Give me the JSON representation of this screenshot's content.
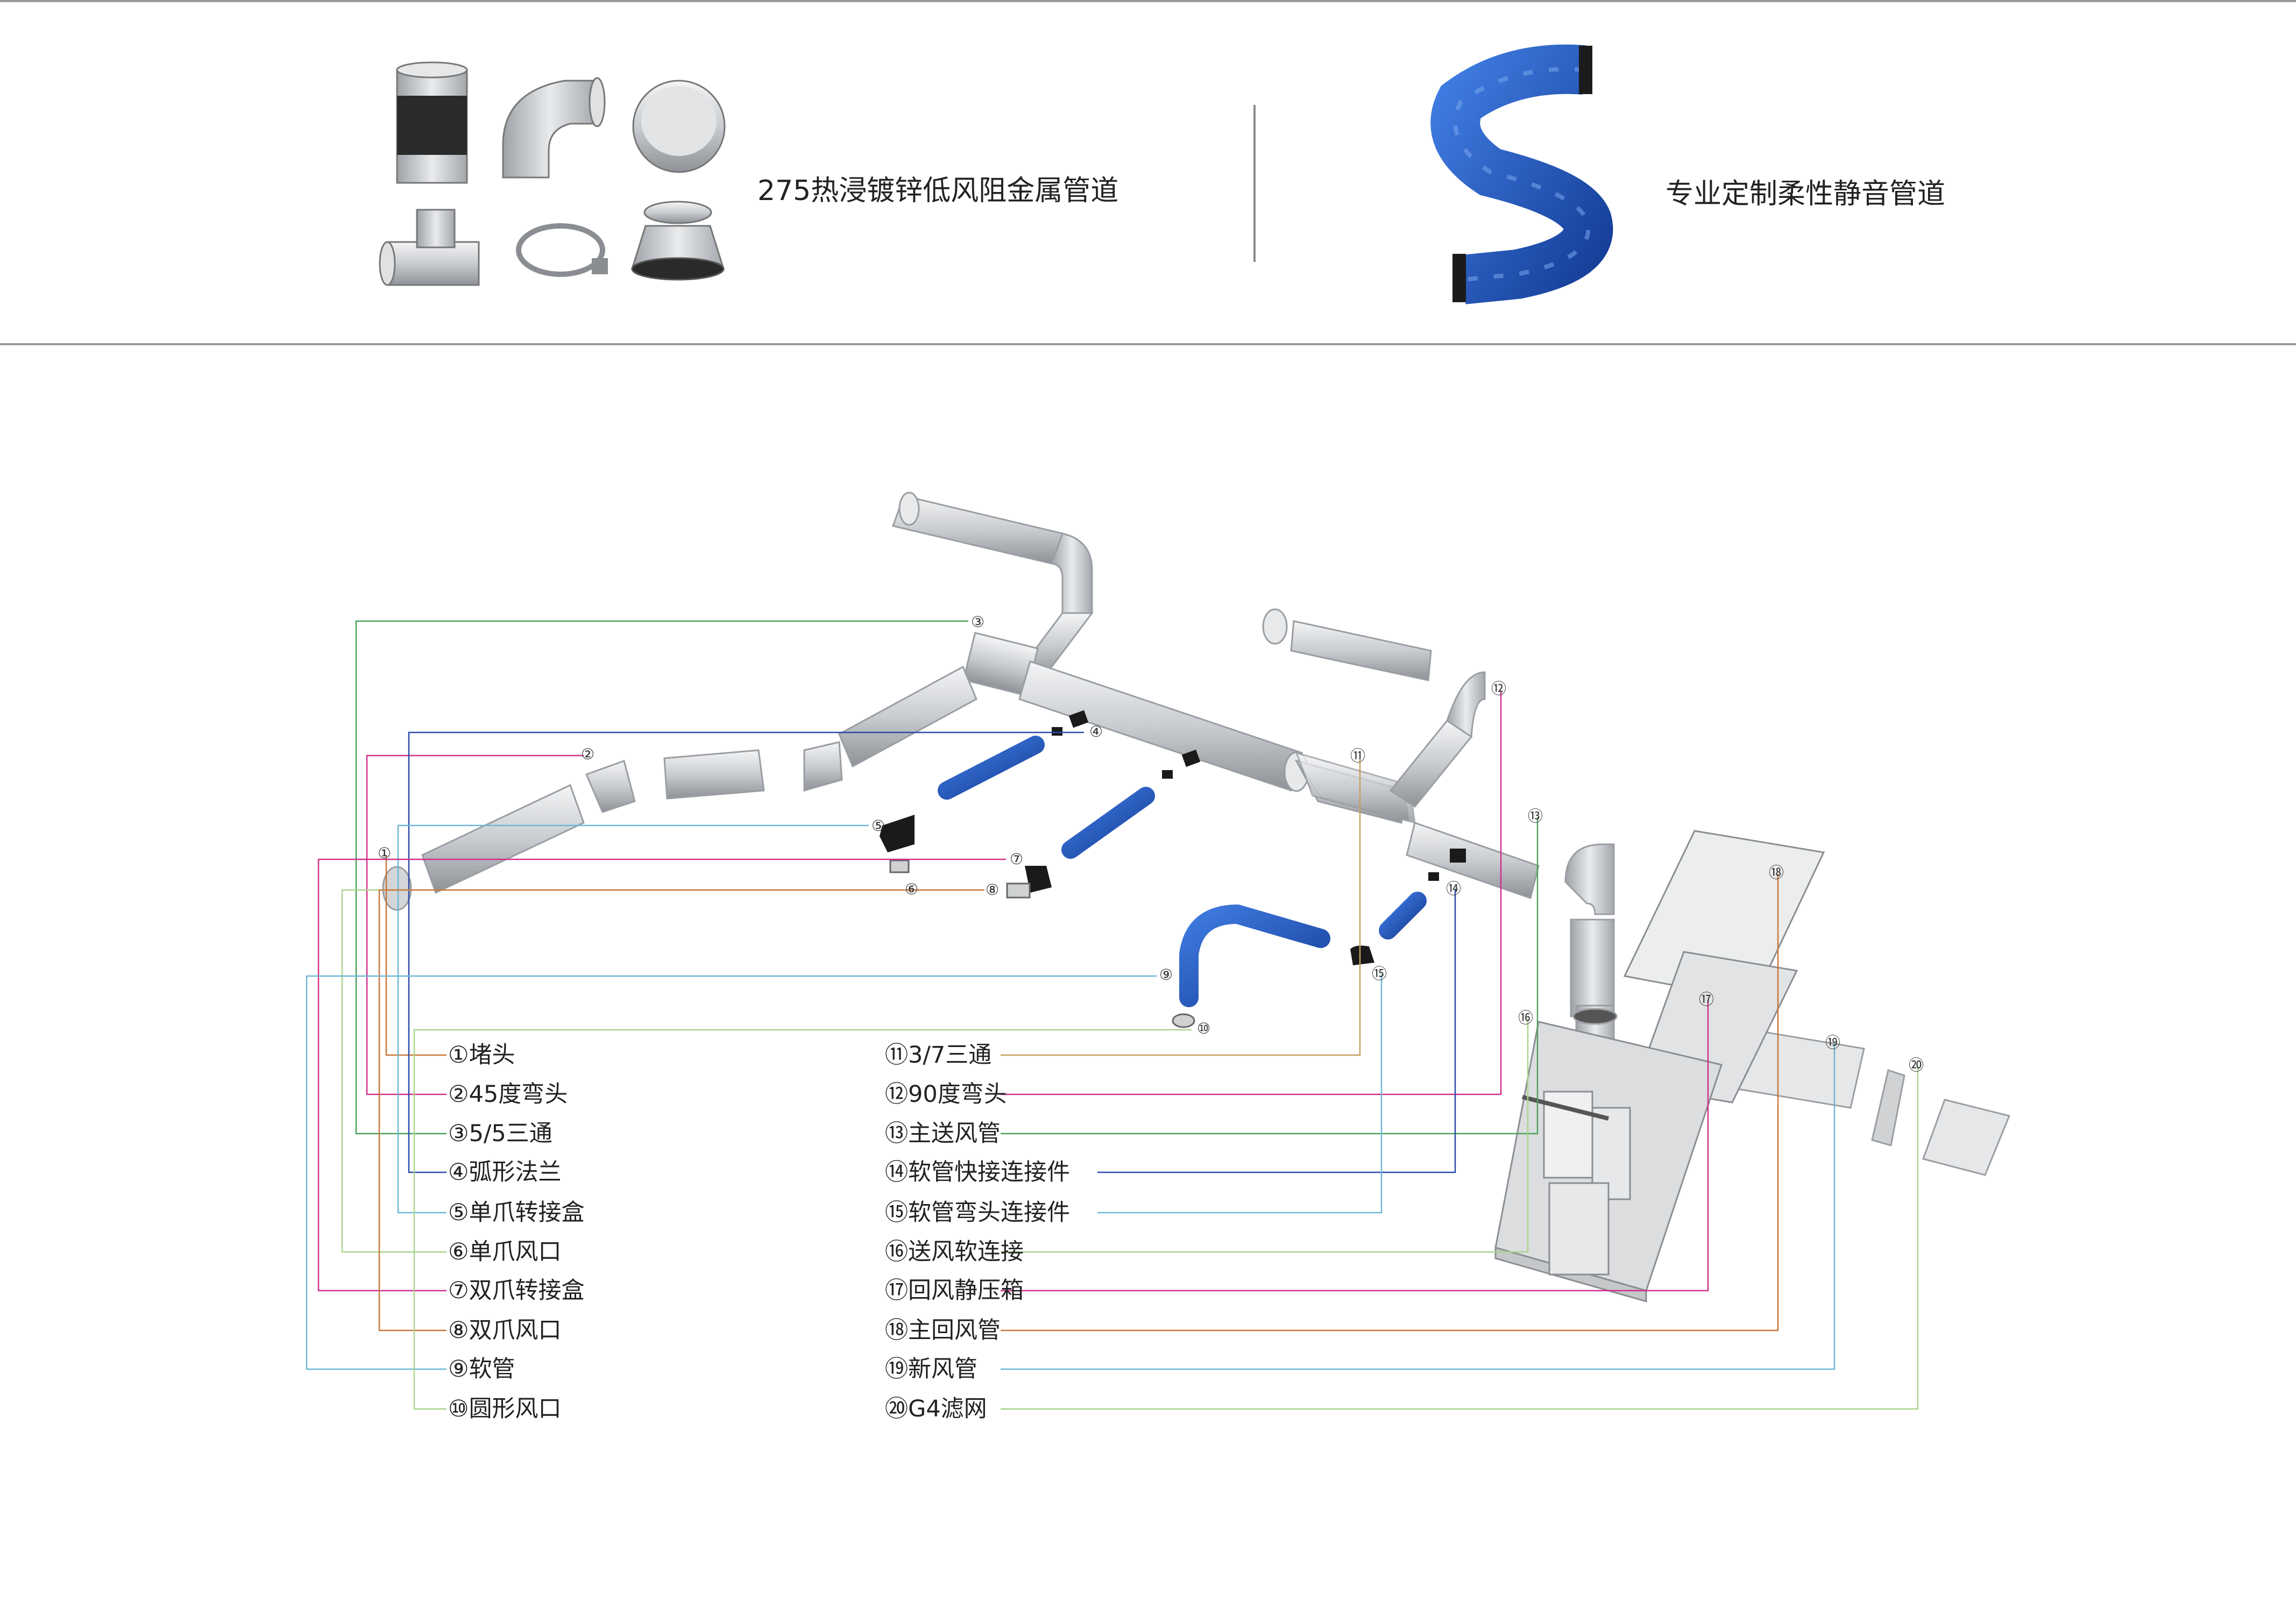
{
  "header": {
    "metal_duct_caption": "275热浸镀锌低风阻金属管道",
    "flex_duct_caption": "专业定制柔性静音管道"
  },
  "legend": {
    "left": [
      {
        "num": "①",
        "text": "堵头"
      },
      {
        "num": "②",
        "text": "45度弯头"
      },
      {
        "num": "③",
        "text": "5/5三通"
      },
      {
        "num": "④",
        "text": "弧形法兰"
      },
      {
        "num": "⑤",
        "text": "单爪转接盒"
      },
      {
        "num": "⑥",
        "text": "单爪风口"
      },
      {
        "num": "⑦",
        "text": "双爪转接盒"
      },
      {
        "num": "⑧",
        "text": "双爪风口"
      },
      {
        "num": "⑨",
        "text": "软管"
      },
      {
        "num": "⑩",
        "text": "圆形风口"
      }
    ],
    "right": [
      {
        "num": "⑪",
        "text": "3/7三通"
      },
      {
        "num": "⑫",
        "text": "90度弯头"
      },
      {
        "num": "⑬",
        "text": "主送风管"
      },
      {
        "num": "⑭",
        "text": "软管快接连接件"
      },
      {
        "num": "⑮",
        "text": "软管弯头连接件"
      },
      {
        "num": "⑯",
        "text": "送风软连接"
      },
      {
        "num": "⑰",
        "text": "回风静压箱"
      },
      {
        "num": "⑱",
        "text": "主回风管"
      },
      {
        "num": "⑲",
        "text": "新风管"
      },
      {
        "num": "⑳",
        "text": "G4滤网"
      }
    ]
  },
  "callouts": [
    "①",
    "②",
    "③",
    "④",
    "⑤",
    "⑥",
    "⑦",
    "⑧",
    "⑨",
    "⑩",
    "⑪",
    "⑫",
    "⑬",
    "⑭",
    "⑮",
    "⑯",
    "⑰",
    "⑱",
    "⑲",
    "⑳"
  ],
  "colors": {
    "flex_duct_blue": "#1f4fb8",
    "metal_silver": "#d8dadc",
    "leader_green": "#4aa35a",
    "leader_magenta": "#d0308a",
    "leader_blue": "#2b4aa8",
    "leader_orange": "#c8783a",
    "leader_cyan": "#6fb7d6",
    "leader_lightgreen": "#a8d68a"
  }
}
